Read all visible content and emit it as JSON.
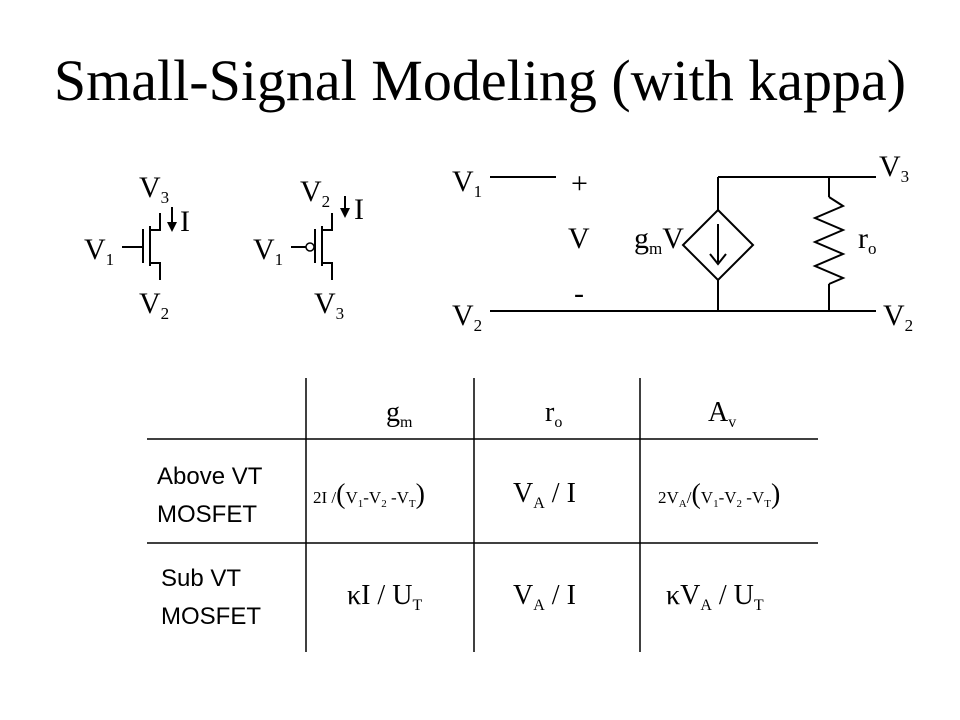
{
  "title": "Small-Signal Modeling (with kappa)",
  "nmos": {
    "gate": "V",
    "gate_sub": "1",
    "drain": "V",
    "drain_sub": "3",
    "source": "V",
    "source_sub": "2",
    "current": "I"
  },
  "pmos": {
    "gate": "V",
    "gate_sub": "1",
    "top": "V",
    "top_sub": "2",
    "bottom": "V",
    "bottom_sub": "3",
    "current": "I"
  },
  "model": {
    "in_top": "V",
    "in_top_sub": "1",
    "in_bot": "V",
    "in_bot_sub": "2",
    "plus": "+",
    "v": "V",
    "minus": "-",
    "gm": "g",
    "gm_sub": "m",
    "gm_v": "V",
    "ro": "r",
    "ro_sub": "o",
    "out_top": "V",
    "out_top_sub": "3",
    "out_bot": "V",
    "out_bot_sub": "2"
  },
  "table": {
    "headers": [
      {
        "main": "g",
        "sub": "m"
      },
      {
        "main": "r",
        "sub": "o"
      },
      {
        "main": "A",
        "sub": "v"
      }
    ],
    "row_labels": [
      [
        "Above VT",
        "MOSFET"
      ],
      [
        "Sub VT",
        "MOSFET"
      ]
    ],
    "above": {
      "gm": {
        "pre": "2I /",
        "l": "(",
        "v1": "V",
        "s1": "1",
        "m1": "-V",
        "s2": "2",
        "m2": " -V",
        "s3": "T",
        "r": ")"
      },
      "ro": {
        "v": "V",
        "sub": "A",
        "rest": " / I"
      },
      "av": {
        "pre": "2V",
        "pre_sub": "A",
        "slash": "/",
        "l": "(",
        "v1": "V",
        "s1": "1",
        "m1": "-V",
        "s2": "2",
        "m2": " -V",
        "s3": "T",
        "r": ")"
      }
    },
    "sub": {
      "gm": {
        "kappa": "κ",
        "rest": "I / U",
        "sub": "T"
      },
      "ro": {
        "v": "V",
        "sub": "A",
        "rest": " / I"
      },
      "av": {
        "kappa": "κ",
        "v": "V",
        "sub": "A",
        "rest": " / U",
        "sub2": "T"
      }
    }
  }
}
